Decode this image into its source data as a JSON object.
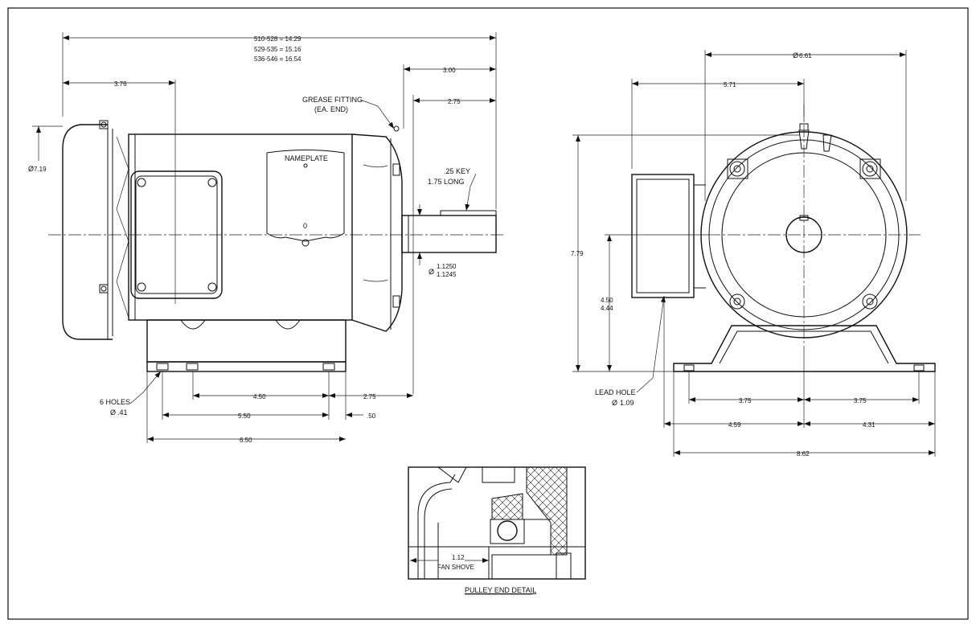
{
  "dimensions": {
    "overall_length_1": "510-528 = 14.29",
    "overall_length_2": "529-535 = 15.16",
    "overall_length_3": "536-546 = 16.54",
    "fan_to_box": "3.76",
    "shaft_ext": "3.00",
    "shaft_key_len": "2.75",
    "dia_fan": "7.19",
    "key_1": ".25 KEY",
    "key_2": "1.75 LONG",
    "shaft_dia_1": "1.1250",
    "shaft_dia_2": "1.1245",
    "foot_holes_1": "6 HOLES",
    "foot_holes_2": ".41",
    "base_450": "4.50",
    "base_275": "2.75",
    "base_550": "5.50",
    "base_050": ".50",
    "base_650": "6.50",
    "end_dia": "6.61",
    "end_571": "5.71",
    "end_height": "7.79",
    "shaft_h_1": "4.50",
    "shaft_h_2": "4.44",
    "lead_hole_1": "LEAD HOLE",
    "lead_hole_2": "1.09",
    "end_375_l": "3.75",
    "end_375_r": "3.75",
    "end_459": "4.59",
    "end_431": "4.31",
    "end_862": "8.62",
    "fan_shove_1": "1.12",
    "fan_shove_2": "FAN SHOVE"
  },
  "labels": {
    "grease_1": "GREASE FITTING",
    "grease_2": "(EA. END)",
    "nameplate": "NAMEPLATE",
    "detail_title": "PULLEY END DETAIL"
  },
  "symbols": {
    "diameter": "Ø"
  }
}
